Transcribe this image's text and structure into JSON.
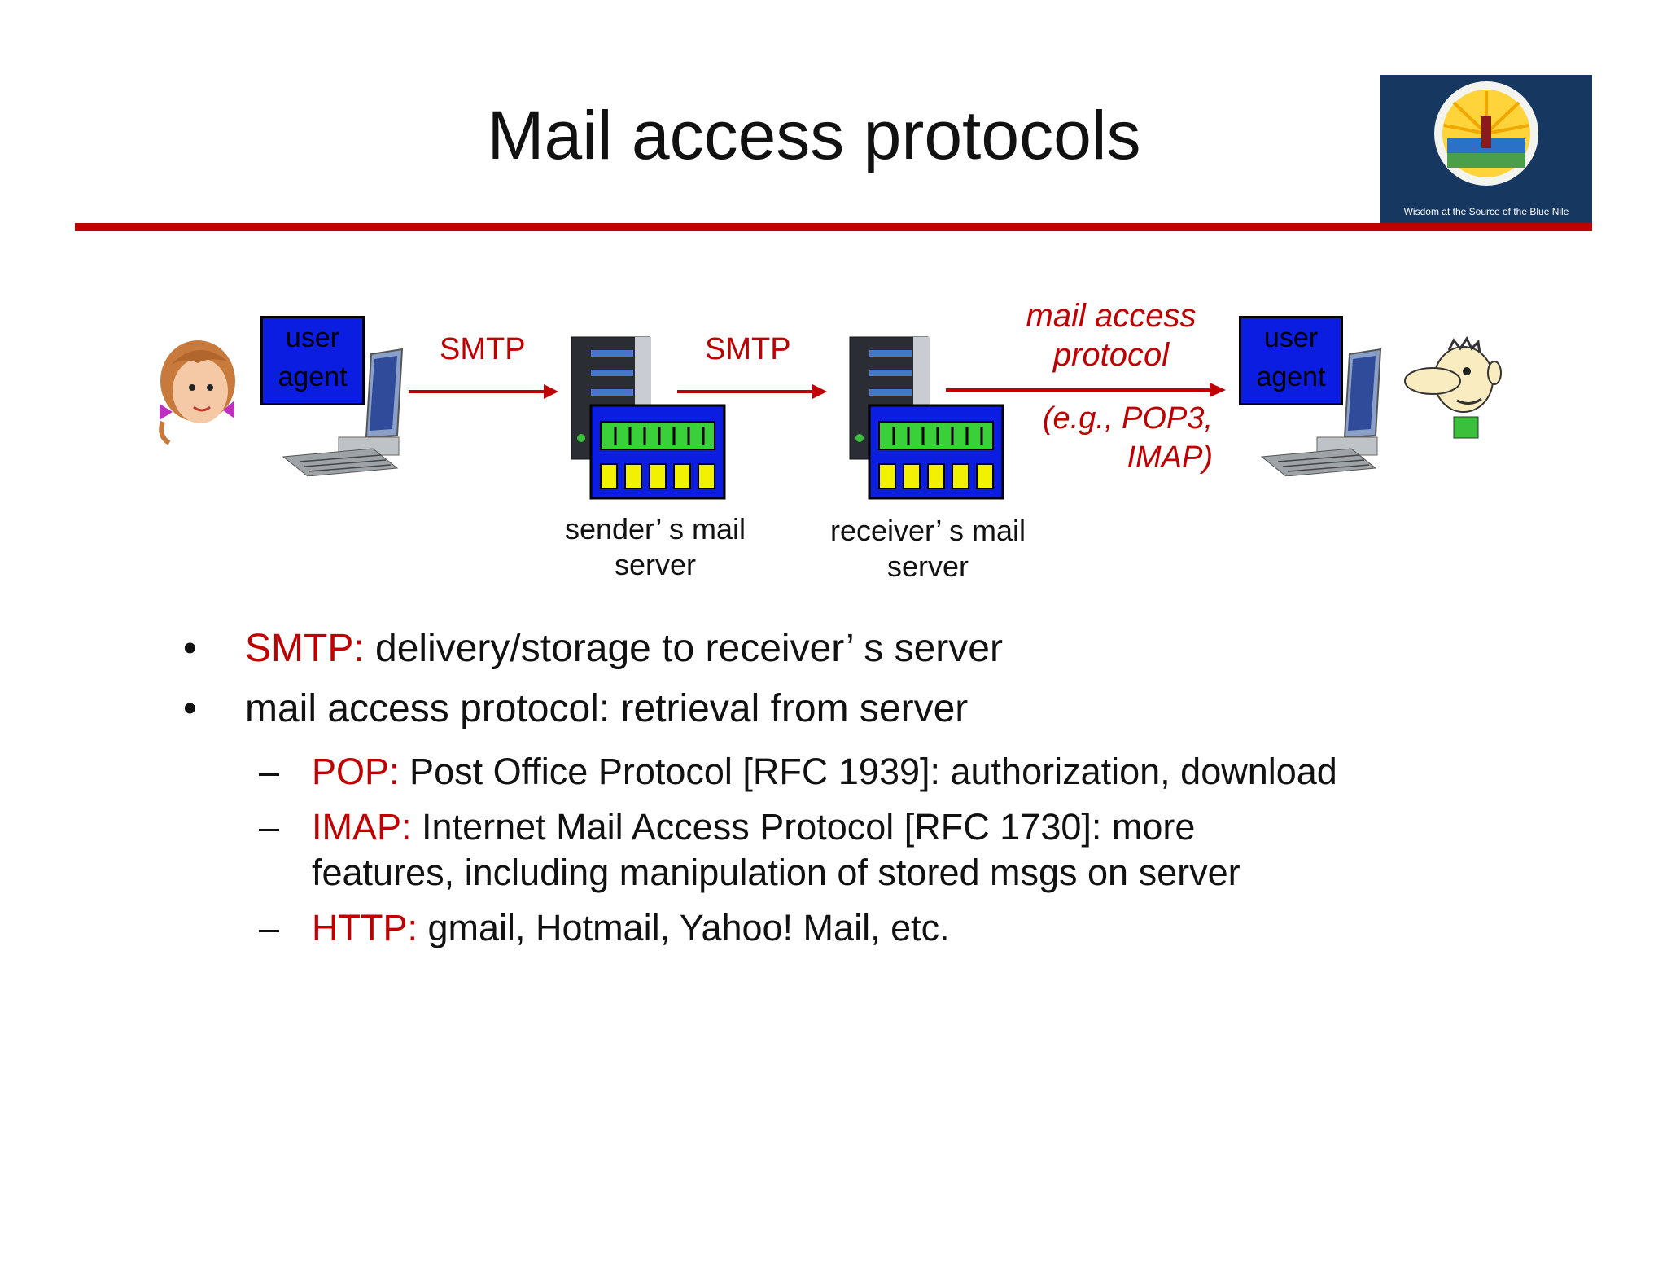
{
  "slide": {
    "title": "Mail access protocols",
    "logo_caption": "Wisdom at the Source of the Blue Nile",
    "accent": "#c00000"
  },
  "diagram": {
    "user_agent_label_line1": "user",
    "user_agent_label_line2": "agent",
    "smtp_label_1": "SMTP",
    "smtp_label_2": "SMTP",
    "mail_access_line1": "mail access",
    "mail_access_line2": "protocol",
    "eg_line1": "(e.g., POP3,",
    "eg_line2": "IMAP)",
    "sender_server_line1": "sender’ s mail",
    "sender_server_line2": "server",
    "receiver_server_line1": "receiver’ s mail",
    "receiver_server_line2": "server"
  },
  "bullets": [
    {
      "marker": "•",
      "label": "SMTP:",
      "text": " delivery/storage to receiver’ s server"
    },
    {
      "marker": "•",
      "label": "",
      "text": "mail access protocol: retrieval from server"
    }
  ],
  "sub_bullets": [
    {
      "marker": "–",
      "label": "POP:",
      "text": " Post Office Protocol [RFC 1939]: authorization, download",
      "cont": ""
    },
    {
      "marker": "–",
      "label": "IMAP:",
      "text": " Internet Mail Access Protocol [RFC 1730]: more",
      "cont": "features, including manipulation of stored msgs on server"
    },
    {
      "marker": "–",
      "label": "HTTP:",
      "text": " gmail, Hotmail, Yahoo! Mail, etc.",
      "cont": ""
    }
  ]
}
